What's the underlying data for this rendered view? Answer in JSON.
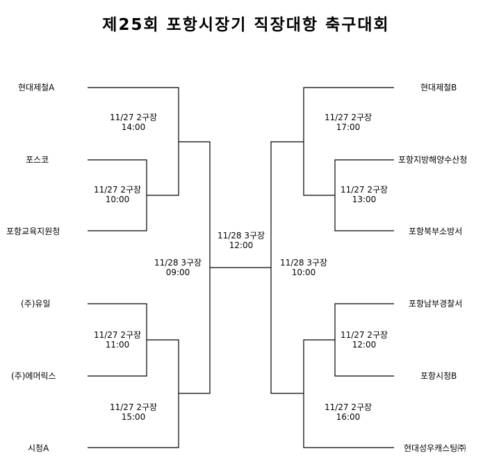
{
  "title": "제25회 포항시장기 직장대항 축구대회",
  "teams_left": [
    "현대제철A",
    "포스코",
    "포항교육지원청",
    "(주)유일",
    "(주)에머릭스",
    "시청A"
  ],
  "teams_right": [
    "현대제철B",
    "포항지방해양수산청",
    "포항북부소방서",
    "포항남부경찰서",
    "포항시청B",
    "현대성우캐스팅㈜"
  ],
  "matches": {
    "l1": {
      "date": "11/27 2구장",
      "time": "14:00"
    },
    "l2": {
      "date": "11/27 2구장",
      "time": "10:00"
    },
    "l3": {
      "date": "11/28 3구장",
      "time": "09:00"
    },
    "l4": {
      "date": "11/27 2구장",
      "time": "11:00"
    },
    "l5": {
      "date": "11/27 2구장",
      "time": "15:00"
    },
    "c": {
      "date": "11/28 3구장",
      "time": "12:00"
    },
    "r1": {
      "date": "11/27 2구장",
      "time": "17:00"
    },
    "r2": {
      "date": "11/27 2구장",
      "time": "13:00"
    },
    "r3": {
      "date": "11/28 3구장",
      "time": "10:00"
    },
    "r4": {
      "date": "11/27 2구장",
      "time": "12:00"
    },
    "r5": {
      "date": "11/27 2구장",
      "time": "16:00"
    }
  }
}
